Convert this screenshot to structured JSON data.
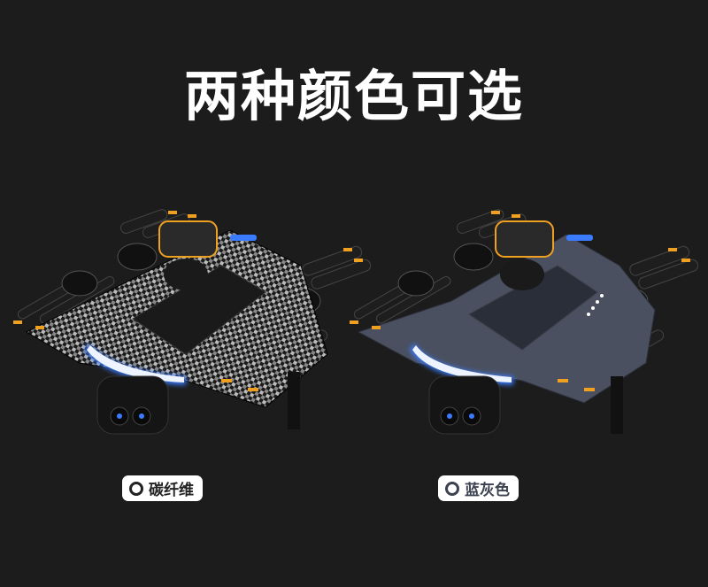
{
  "title": "两种颜色可选",
  "variants": [
    {
      "name": "碳纤维",
      "color": "#222222",
      "body_color": "#2a2a2a"
    },
    {
      "name": "蓝灰色",
      "color": "#3c4250",
      "body_color": "#4a5060"
    }
  ],
  "accent_colors": {
    "propeller_tip": "#f0a020",
    "light_bar": "#e8f0ff",
    "light_glow": "#3a7bff"
  }
}
